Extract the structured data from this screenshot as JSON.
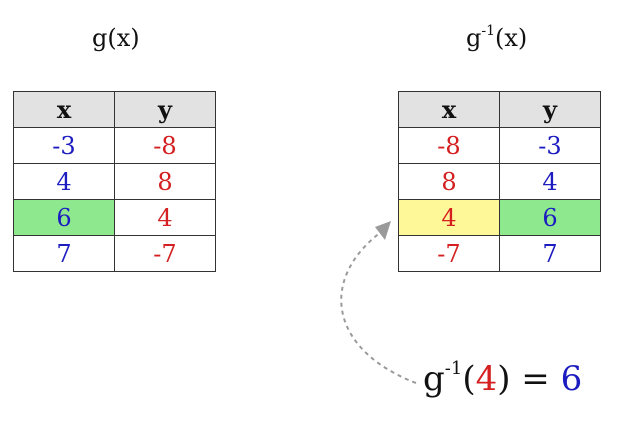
{
  "left_title": {
    "base": "g",
    "arg": "(x)"
  },
  "right_title": {
    "base": "g",
    "sup": "-1",
    "arg": "(x)"
  },
  "table_g": {
    "headers": [
      "x",
      "y"
    ],
    "rows": [
      {
        "x": "-3",
        "y": "-8"
      },
      {
        "x": "4",
        "y": "8"
      },
      {
        "x": "6",
        "y": "4"
      },
      {
        "x": "7",
        "y": "-7"
      }
    ],
    "highlight": {
      "row": 3,
      "column": "x",
      "color": "#8ee88e"
    }
  },
  "table_ginv": {
    "headers": [
      "x",
      "y"
    ],
    "rows": [
      {
        "x": "-8",
        "y": "-3"
      },
      {
        "x": "8",
        "y": "4"
      },
      {
        "x": "4",
        "y": "6"
      },
      {
        "x": "-7",
        "y": "7"
      }
    ],
    "highlight": [
      {
        "row": 3,
        "column": "x",
        "color": "#fff899"
      },
      {
        "row": 3,
        "column": "y",
        "color": "#8ee88e"
      }
    ]
  },
  "equation": {
    "func": "g",
    "sup": "-1",
    "open": "(",
    "input": "4",
    "close": ")",
    "equals": " = ",
    "output": "6"
  },
  "colors": {
    "x_value": "#1c1cc0",
    "y_value": "#d42020",
    "arrow": "#9a9a9a",
    "header_bg": "#e2e2e2"
  }
}
